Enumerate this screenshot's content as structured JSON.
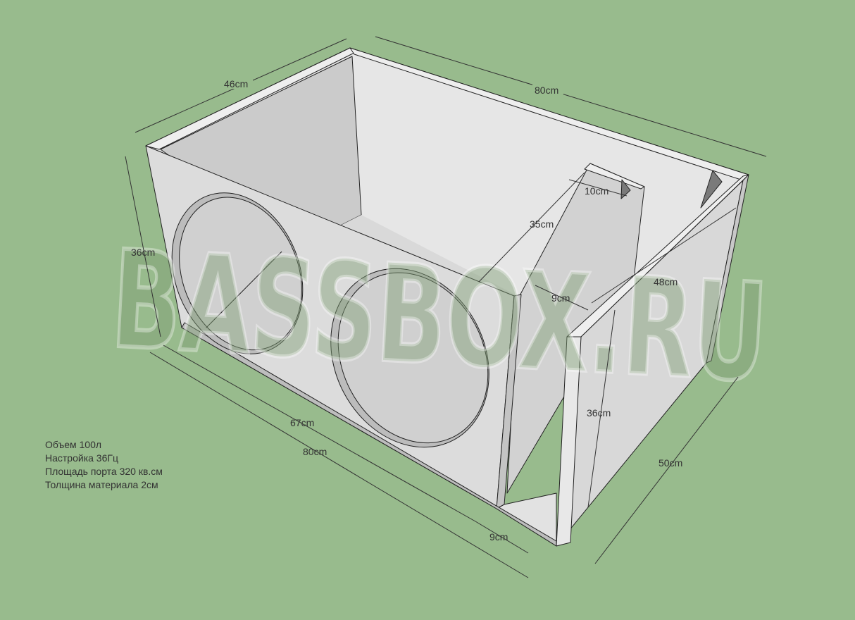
{
  "diagram": {
    "watermark": "BASSBOX.RU",
    "dimensions": {
      "width_top": "46cm",
      "length_top": "80cm",
      "port_width": "10cm",
      "port_depth": "35cm",
      "port_gap": "9cm",
      "port_length": "48cm",
      "height_left": "36cm",
      "height_port": "36cm",
      "inner_length": "67cm",
      "length_bottom": "80cm",
      "port_bottom": "9cm",
      "depth_bottom": "50cm"
    },
    "info": [
      "Объем 100л",
      "Настройка 36Гц",
      "Площадь порта 320 кв.см",
      "Толщина материала 2см"
    ]
  }
}
